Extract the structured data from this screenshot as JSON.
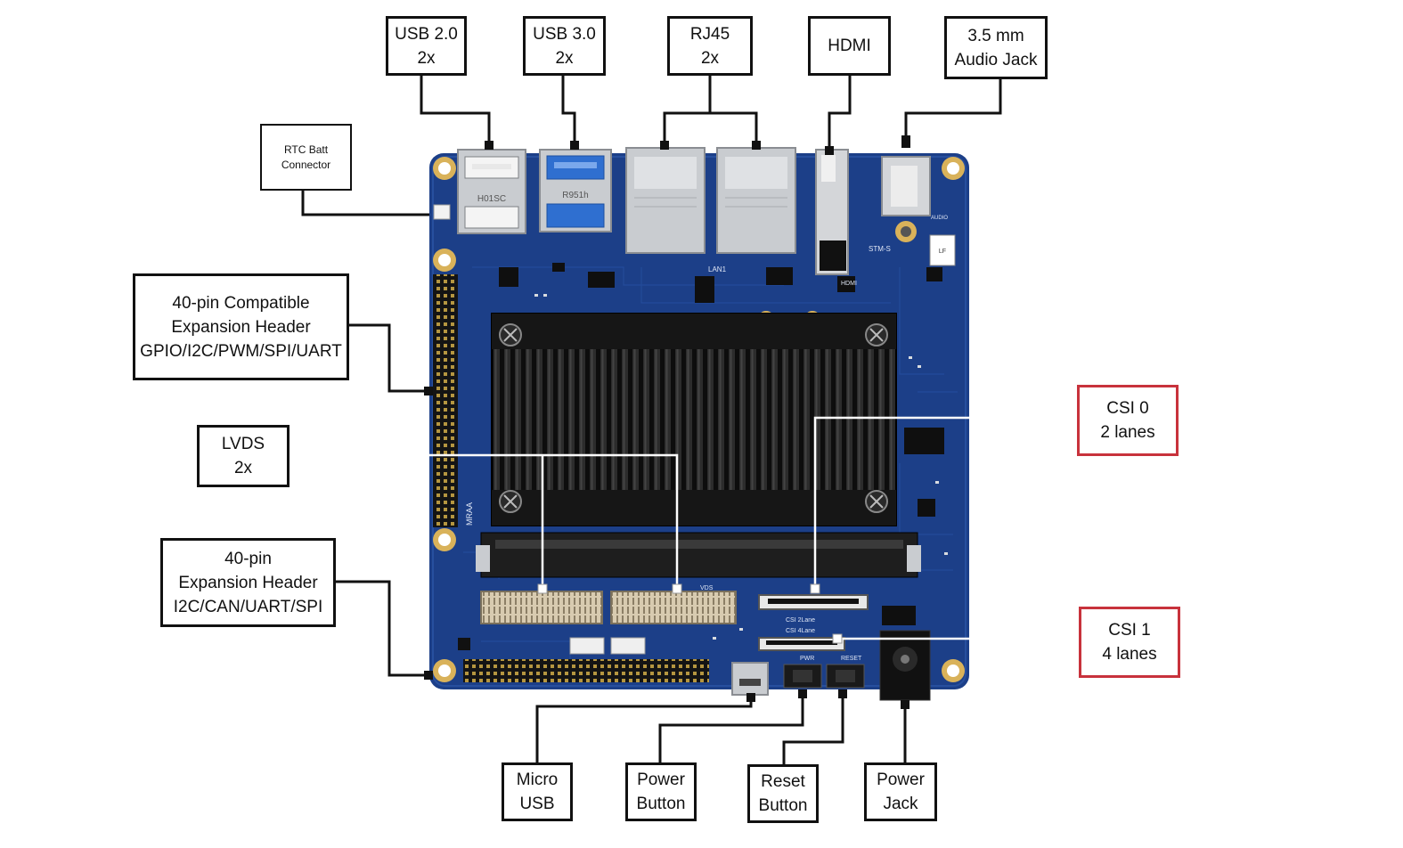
{
  "callouts": {
    "usb2": [
      "USB 2.0",
      "2x"
    ],
    "usb3": [
      "USB 3.0",
      "2x"
    ],
    "rj45": [
      "RJ45",
      "2x"
    ],
    "hdmi": [
      "HDMI"
    ],
    "audio": [
      "3.5 mm",
      "Audio Jack"
    ],
    "rtc": [
      "RTC Batt",
      "Connector"
    ],
    "header40_compat": [
      "40-pin Compatible",
      "Expansion Header",
      "GPIO/I2C/PWM/SPI/UART"
    ],
    "lvds": [
      "LVDS",
      "2x"
    ],
    "header40": [
      "40-pin",
      "Expansion Header",
      "I2C/CAN/UART/SPI"
    ],
    "csi0": [
      "CSI 0",
      "2 lanes"
    ],
    "csi1": [
      "CSI 1",
      "4 lanes"
    ],
    "micro_usb": [
      "Micro",
      "USB"
    ],
    "power_button": [
      "Power",
      "Button"
    ],
    "reset_button": [
      "Reset",
      "Button"
    ],
    "power_jack": [
      "Power",
      "Jack"
    ]
  },
  "board": {
    "silkscreen": [
      "H01SC",
      "R951h",
      "HDMI",
      "LAN1",
      "VDS",
      "CSI 2Lane",
      "CSI 4Lane",
      "PWR",
      "RESET",
      "MRAA",
      "AUDIO",
      "STM-S"
    ]
  },
  "colors": {
    "pcb": "#1c3f88",
    "pcb_dark": "#132d66",
    "heatsink": "#1a1a1a",
    "metal": "#c9ccd0",
    "usb3_blue": "#2f6fd0",
    "gold": "#d9b25a",
    "callout_border": "#111111",
    "csi_border": "#c8323c"
  }
}
